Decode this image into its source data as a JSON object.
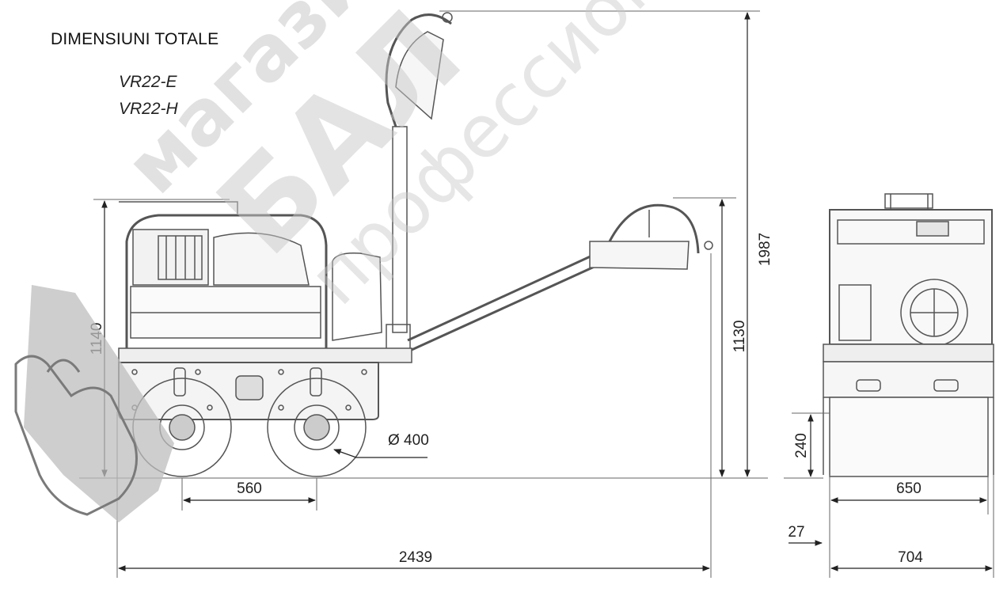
{
  "header": {
    "title": "DIMENSIUNI TOTALE",
    "models": [
      "VR22-E",
      "VR22-H"
    ]
  },
  "dimensions": {
    "total_height": "1987",
    "frame_height": "1140",
    "handle_height": "1130",
    "drum_diameter": "Ø 400",
    "wheelbase": "560",
    "total_length": "2439",
    "drum_height": "240",
    "drum_width": "650",
    "side_offset": "27",
    "total_width": "704"
  },
  "watermark": {
    "line1": "магази",
    "line2": "БАЛ",
    "line3": "профессион"
  },
  "colors": {
    "line": "#555555",
    "dim": "#222222",
    "watermark": "#c8c8c8",
    "watermark_dark": "#7a7a7a"
  }
}
